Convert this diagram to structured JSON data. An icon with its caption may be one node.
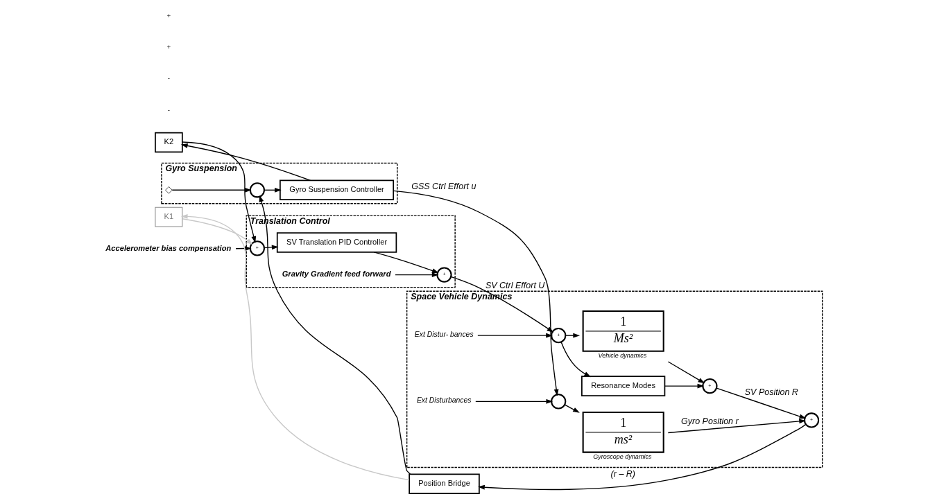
{
  "diagram": {
    "nodes": [
      {
        "text": [
          "Translation Control"
        ]
      },
      {
        "text": [
          "Gyro Suspension"
        ]
      },
      {
        "text": [
          "Space Vehicle Dynamics"
        ]
      },
      {
        "text": [
          "Accelerometer bias compensation"
        ]
      },
      {
        "text": [
          "+"
        ],
        "in": 0
      },
      {
        "text": [
          "SV Translation PID Controller"
        ],
        "in": 0
      },
      {
        "text": [
          "Gravity Gradient feed forward"
        ],
        "in": 0
      },
      {
        "text": [
          "+"
        ],
        "in": 0
      },
      {
        "text": [
          "Ext Distur- bances"
        ],
        "in": 2
      },
      {
        "text": [
          "+"
        ],
        "in": 2
      },
      {
        "text": [
          "Resonance Modes"
        ],
        "in": 2
      },
      {
        "text": [
          "1",
          "Ms²"
        ],
        "beside": [
          "Vehicle dynamics"
        ],
        "in": 2
      },
      {
        "text": [
          "+"
        ],
        "in": 2
      },
      {
        "text": [
          "+"
        ],
        "in": 2
      },
      {
        "text": [
          "Position Bridge"
        ]
      },
      {
        "text": [],
        "shape": "circle",
        "in": 1
      },
      {
        "text": [
          "Gyro Suspension Controller"
        ],
        "in": 1
      },
      {
        "text": [],
        "shape": "circle",
        "in": 2
      },
      {
        "text": [
          "1",
          "ms²"
        ],
        "beside": [
          "Gyroscope dynamics"
        ],
        "in": 2
      },
      {
        "text": [
          "Ext Disturbances"
        ],
        "in": 2
      },
      {
        "text": [
          "K2"
        ]
      },
      {
        "text": [
          "K1"
        ]
      },
      {
        "text": [],
        "shape": "diamond",
        "in": 1
      }
    ],
    "edges": [
      {
        "from": 3,
        "to": 4,
        "arrow": "to"
      },
      {
        "from": 4,
        "to": 5,
        "arrow": "to"
      },
      {
        "from": 5,
        "to": 7,
        "arrow": "to"
      },
      {
        "from": 6,
        "to": 7,
        "arrow": "to"
      },
      {
        "from": 7,
        "to": 9,
        "arrow": "to",
        "label": "SV Ctrl Effort U"
      },
      {
        "from": 8,
        "to": 9,
        "arrow": "to"
      },
      {
        "from": 9,
        "to": 10,
        "arrow": "to"
      },
      {
        "from": 9,
        "to": 11,
        "arrow": "to"
      },
      {
        "from": 10,
        "to": 12,
        "arrow": "to"
      },
      {
        "from": 11,
        "to": 12,
        "arrow": "to"
      },
      {
        "from": 12,
        "to": 13,
        "arrow": "to",
        "label": "SV Position R"
      },
      {
        "from": 13,
        "to": 14,
        "arrow": "to",
        "label": "(r – R)"
      },
      {
        "from": 14,
        "to": 15,
        "arrow": "to"
      },
      {
        "from": 14,
        "to": 21,
        "arrow": "to",
        "color": "#c8c8c8"
      },
      {
        "from": 22,
        "to": 15,
        "arrow": "to"
      },
      {
        "from": 15,
        "to": 16,
        "arrow": "to"
      },
      {
        "from": 16,
        "to": 17,
        "arrow": "to",
        "label": "GSS Ctrl Effort u"
      },
      {
        "from": 16,
        "to": 20,
        "arrow": "to"
      },
      {
        "from": 20,
        "to": 4,
        "arrow": "to"
      },
      {
        "from": 21,
        "to": 4,
        "arrow": "to",
        "color": "#c8c8c8"
      },
      {
        "from": 19,
        "to": 17,
        "arrow": "to"
      },
      {
        "from": 17,
        "to": 18,
        "arrow": "to"
      },
      {
        "from": 18,
        "to": 13,
        "arrow": "to",
        "label": "Gyro Position r"
      }
    ],
    "labels": [
      "-",
      "-",
      "+",
      "+"
    ]
  }
}
